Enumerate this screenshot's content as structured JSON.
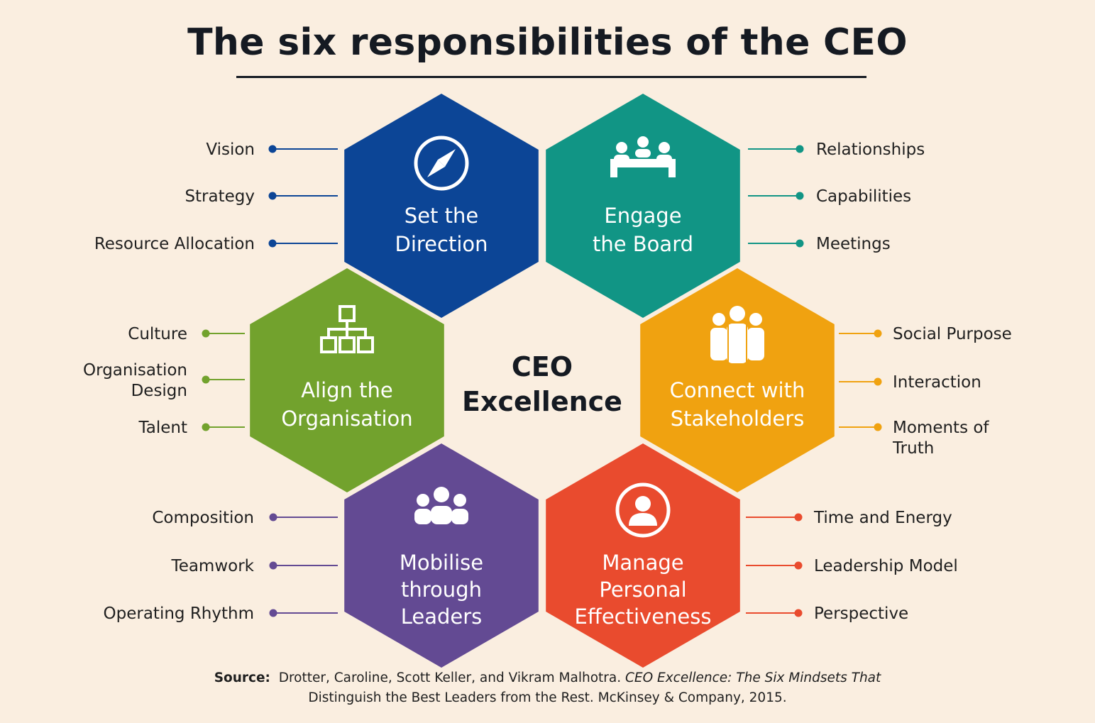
{
  "title": "The six responsibilities of the CEO",
  "center": {
    "line1": "CEO",
    "line2": "Excellence"
  },
  "hexagons": [
    {
      "title": [
        "Set the",
        "Direction"
      ],
      "icon": "compass-icon",
      "color": "#0c4596",
      "items": [
        [
          "Vision"
        ],
        [
          "Strategy"
        ],
        [
          "Resource Allocation"
        ]
      ]
    },
    {
      "title": [
        "Engage",
        "the Board"
      ],
      "icon": "boardroom-icon",
      "color": "#119585",
      "items": [
        [
          "Relationships"
        ],
        [
          "Capabilities"
        ],
        [
          "Meetings"
        ]
      ]
    },
    {
      "title": [
        "Align the",
        "Organisation"
      ],
      "icon": "org-chart-icon",
      "color": "#72a22d",
      "items": [
        [
          "Culture"
        ],
        [
          "Organisation",
          "Design"
        ],
        [
          "Talent"
        ]
      ]
    },
    {
      "title": [
        "Connect with",
        "Stakeholders"
      ],
      "icon": "people-group-icon",
      "color": "#f0a210",
      "items": [
        [
          "Social Purpose"
        ],
        [
          "Interaction"
        ],
        [
          "Moments of",
          "Truth"
        ]
      ]
    },
    {
      "title": [
        "Mobilise",
        "through",
        "Leaders"
      ],
      "icon": "team-icon",
      "color": "#634a93",
      "items": [
        [
          "Composition"
        ],
        [
          "Teamwork"
        ],
        [
          "Operating Rhythm"
        ]
      ]
    },
    {
      "title": [
        "Manage",
        "Personal",
        "Effectiveness"
      ],
      "icon": "person-icon",
      "color": "#e94b2e",
      "items": [
        [
          "Time and Energy"
        ],
        [
          "Leadership Model"
        ],
        [
          "Perspective"
        ]
      ]
    }
  ],
  "source": {
    "label": "Source:",
    "authors": "Drotter, Caroline, Scott Keller, and Vikram Malhotra.",
    "book_title": "CEO Excellence: The Six Mindsets That",
    "line2": "Distinguish the Best Leaders from the Rest. McKinsey & Company, 2015."
  }
}
